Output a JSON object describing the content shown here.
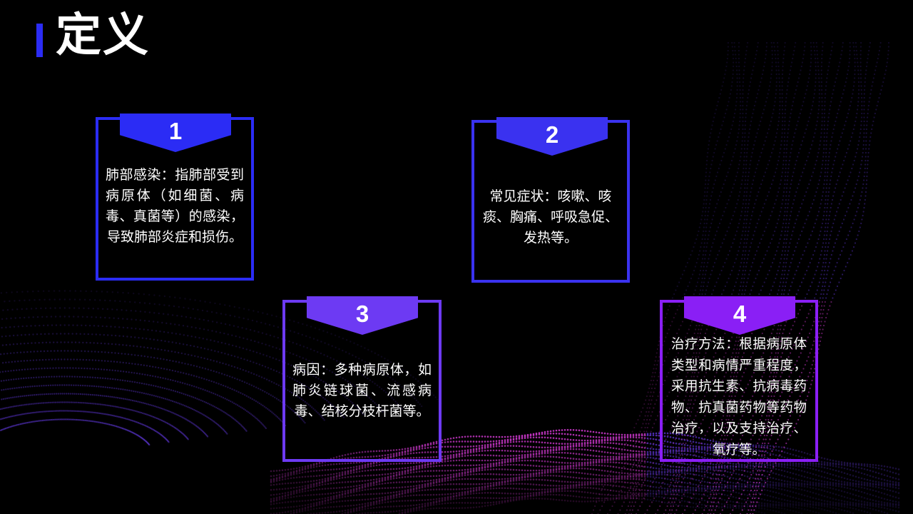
{
  "slide": {
    "title": "定义"
  },
  "cards": [
    {
      "number": "1",
      "text": "肺部感染：指肺部受到病原体（如细菌、病毒、真菌等）的感染，导致肺部炎症和损伤。"
    },
    {
      "number": "2",
      "text": "常见症状：咳嗽、咳痰、胸痛、呼吸急促、发热等。"
    },
    {
      "number": "3",
      "text": "病因：多种病原体，如肺炎链球菌、流感病毒、结核分枝杆菌等。"
    },
    {
      "number": "4",
      "text": "治疗方法：根据病原体类型和病情严重程度，采用抗生素、抗病毒药物、抗真菌药物等药物治疗，以及支持治疗、氧疗等。"
    }
  ],
  "colors": {
    "background": "#000000",
    "accent_blue": "#2b2cf5",
    "card_2": "#3a32f0",
    "card_3": "#6d3af3",
    "card_4": "#8a1ff5",
    "wave_magenta": "#d63ad6",
    "wave_purple": "#6a3df0"
  },
  "decoration": {
    "background_icon": "dotted-wave-pattern"
  }
}
